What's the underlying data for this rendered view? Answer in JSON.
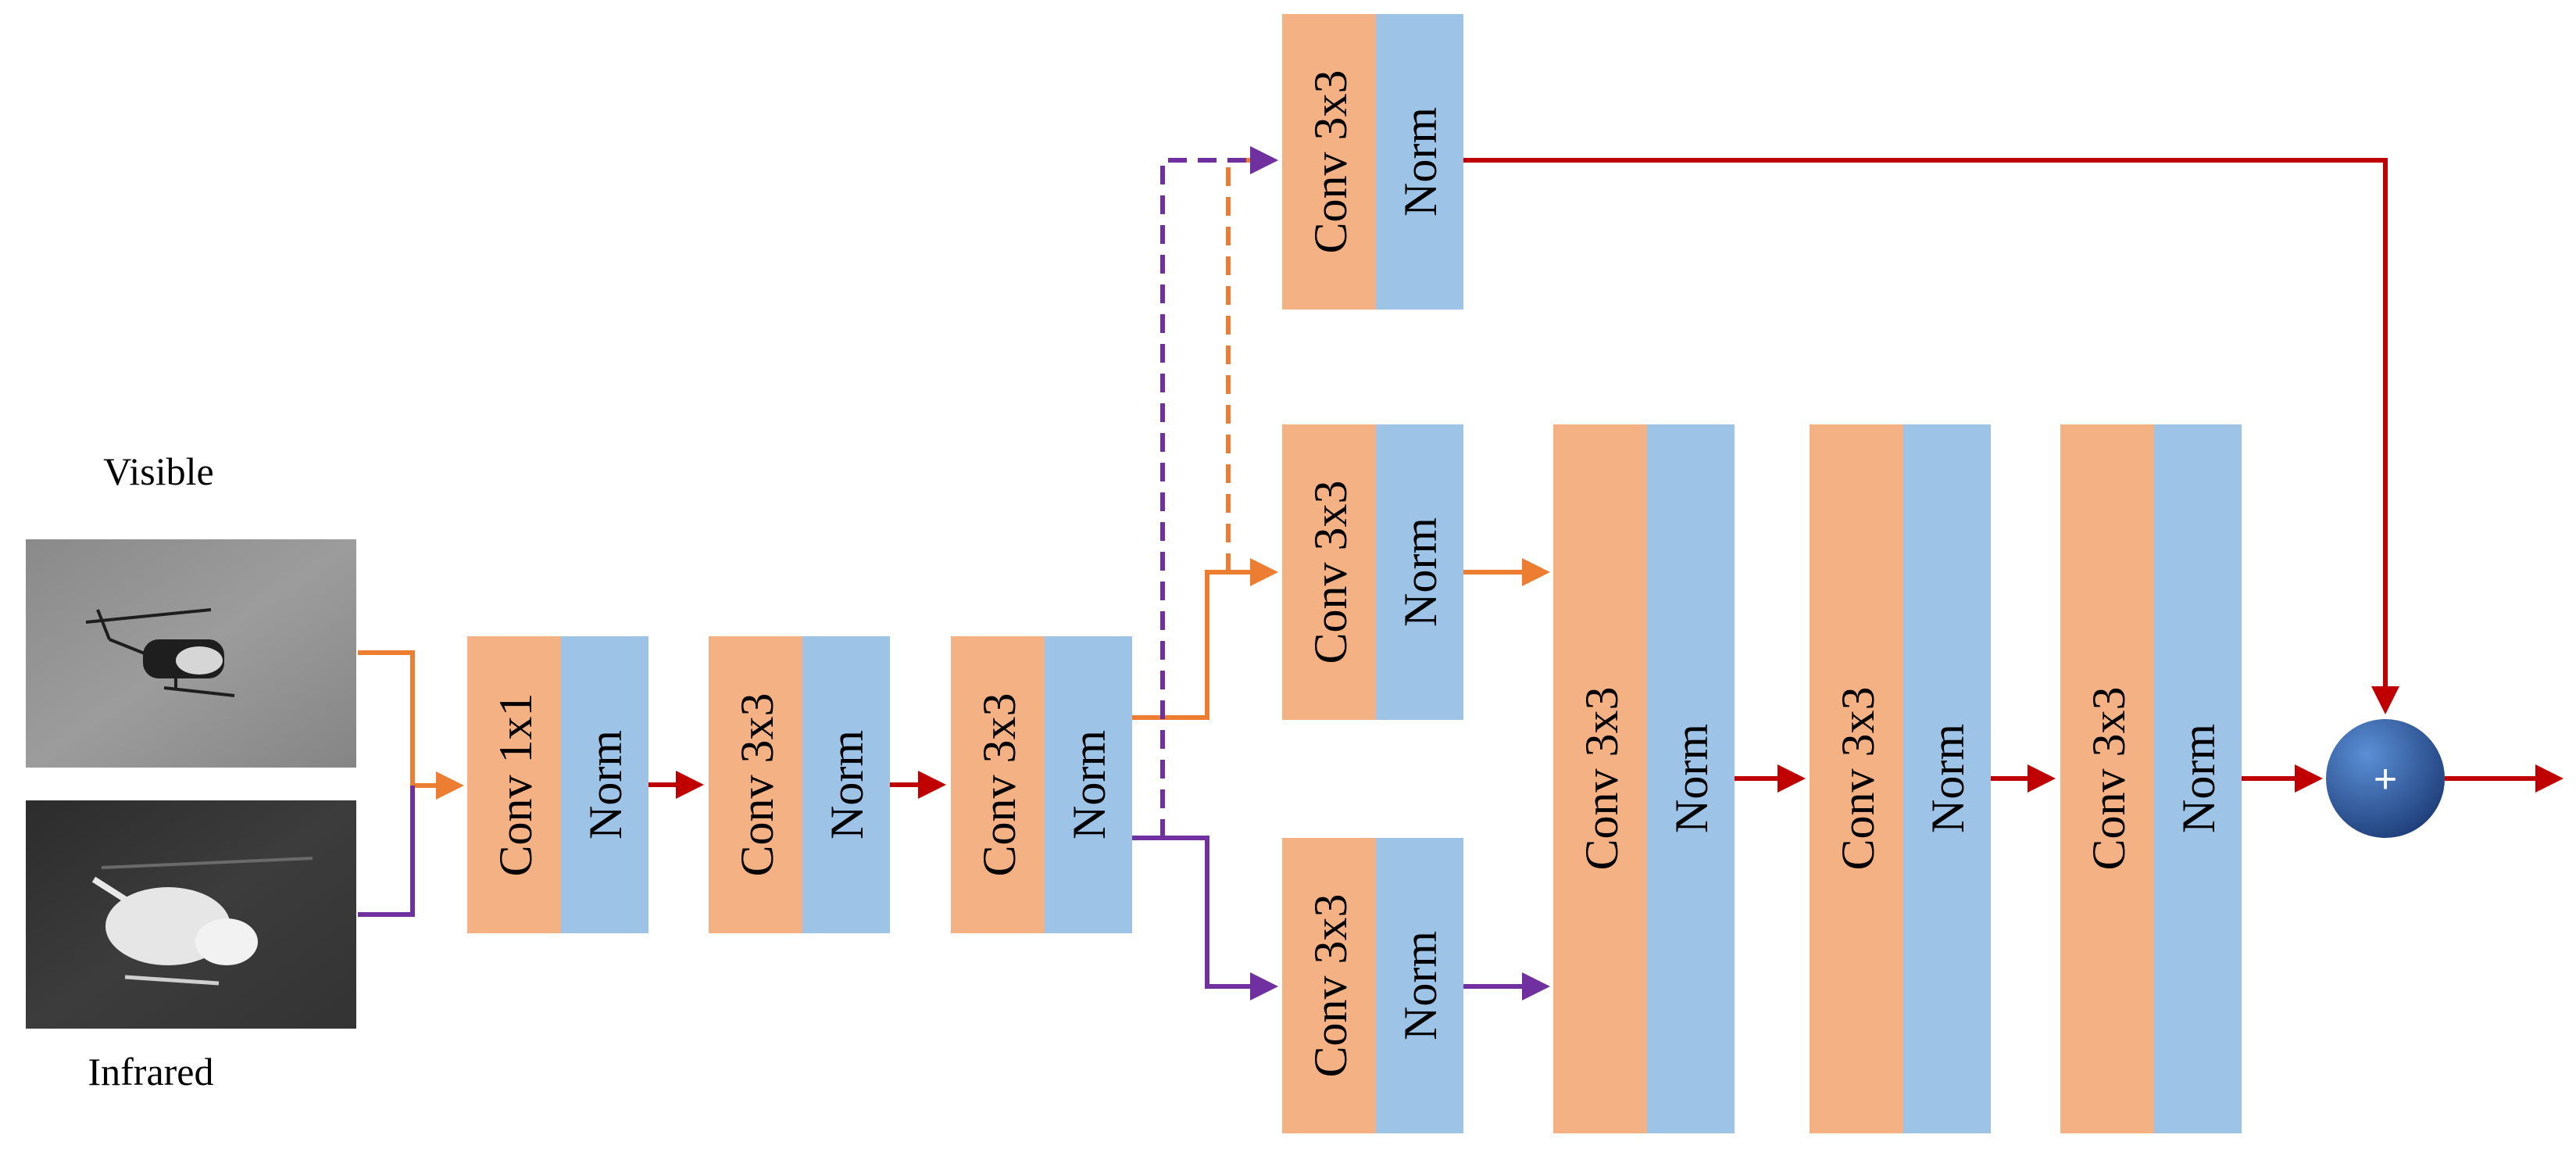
{
  "images": {
    "visible_label": "Visible",
    "infrared_label": "Infrared"
  },
  "blocks": {
    "conv1x1": "Conv 1x1",
    "conv3x3": "Conv 3x3",
    "norm": "Norm"
  },
  "plus_symbol": "+",
  "colors": {
    "conv_fill": "#f4b183",
    "norm_fill": "#9dc3e6",
    "main_arrow": "#c00000",
    "visible_path": "#ed7d31",
    "infrared_path": "#7030a0",
    "plus_node": "#2f5597"
  }
}
